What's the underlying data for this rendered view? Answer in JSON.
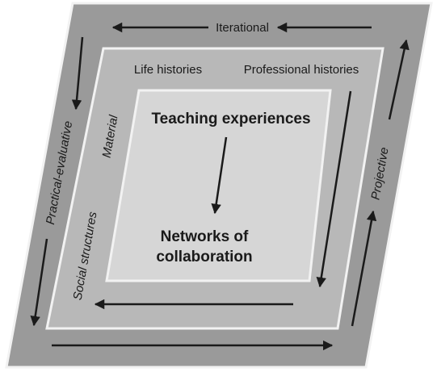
{
  "diagram": {
    "outer_labels": {
      "top": "Iterational",
      "left": "Practical-evaluative",
      "right": "Projective"
    },
    "middle_labels": {
      "top_left": "Life histories",
      "top_right": "Professional histories",
      "left_upper": "Material",
      "left_lower": "Social structures"
    },
    "inner_labels": {
      "top": "Teaching experiences",
      "bottom_line1": "Networks of",
      "bottom_line2": "collaboration"
    },
    "colors": {
      "outer_fill": "#9a9a9a",
      "middle_fill": "#b8b8b8",
      "inner_fill": "#d6d6d6",
      "stroke": "#f2f2f2",
      "arrow": "#1a1a1a"
    }
  }
}
